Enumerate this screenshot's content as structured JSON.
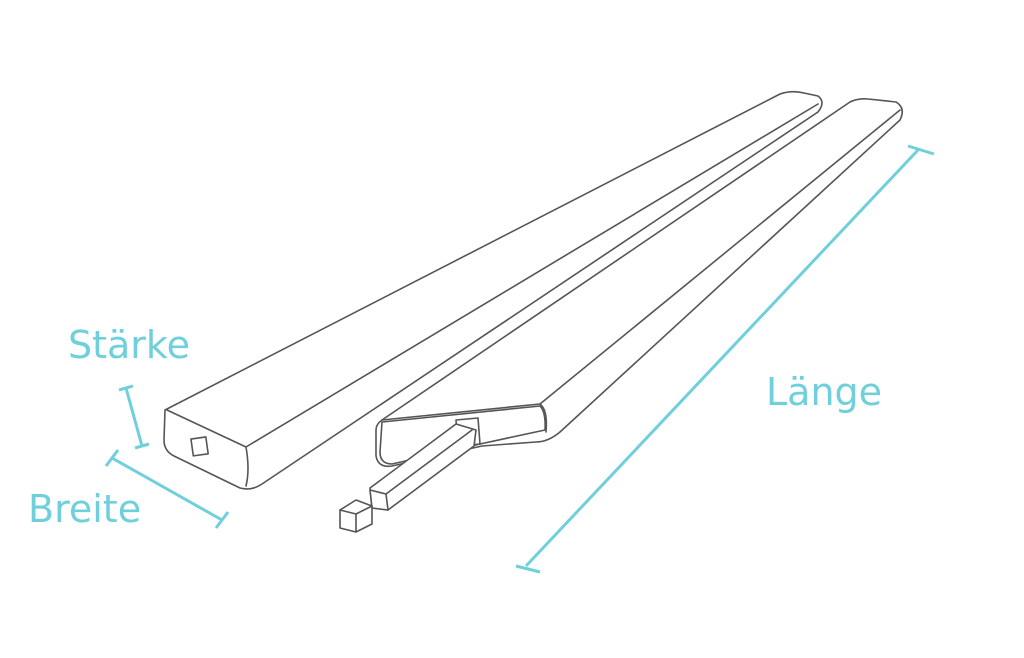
{
  "diagram": {
    "accent_color": "#6fd0dc",
    "outline_color": "#555555",
    "labels": {
      "thickness": "Stärke",
      "width": "Breite",
      "length": "Länge"
    }
  }
}
